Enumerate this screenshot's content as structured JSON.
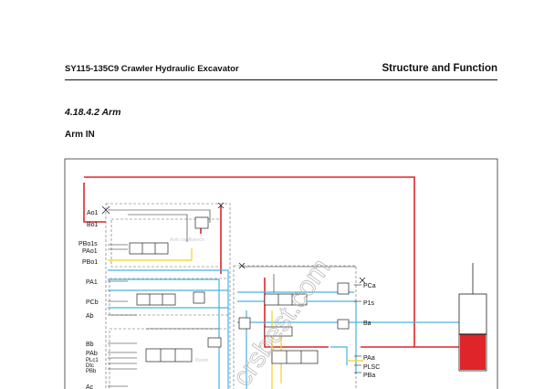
{
  "header": {
    "model": "SY115-135C9 Crawler Hydraulic Excavator",
    "chapter": "Structure and Function"
  },
  "section": {
    "number_title": "4.18.4.2  Arm",
    "subtitle": "Arm IN"
  },
  "diagram": {
    "left_ports": [
      "Ao1",
      "Bo1",
      "PBo1s",
      "PAo1",
      "PBo1",
      "PA1",
      "PCb",
      "Ab",
      "Bb",
      "PAb",
      "PLc1",
      "Dtc",
      "PBb",
      "Ac"
    ],
    "right_ports": [
      "PCa",
      "P1s",
      "Ba",
      "PAa",
      "PLSC",
      "PBa"
    ],
    "inner_labels": [
      "Arm confluence",
      "Boom"
    ],
    "watermark": "crsbest.com",
    "colors": {
      "pressure": "#e0252a",
      "pilot": "#f2d21e",
      "return": "#4ab2e0",
      "dark_line": "#222222",
      "cylinder_fill": "#e0252a"
    }
  }
}
